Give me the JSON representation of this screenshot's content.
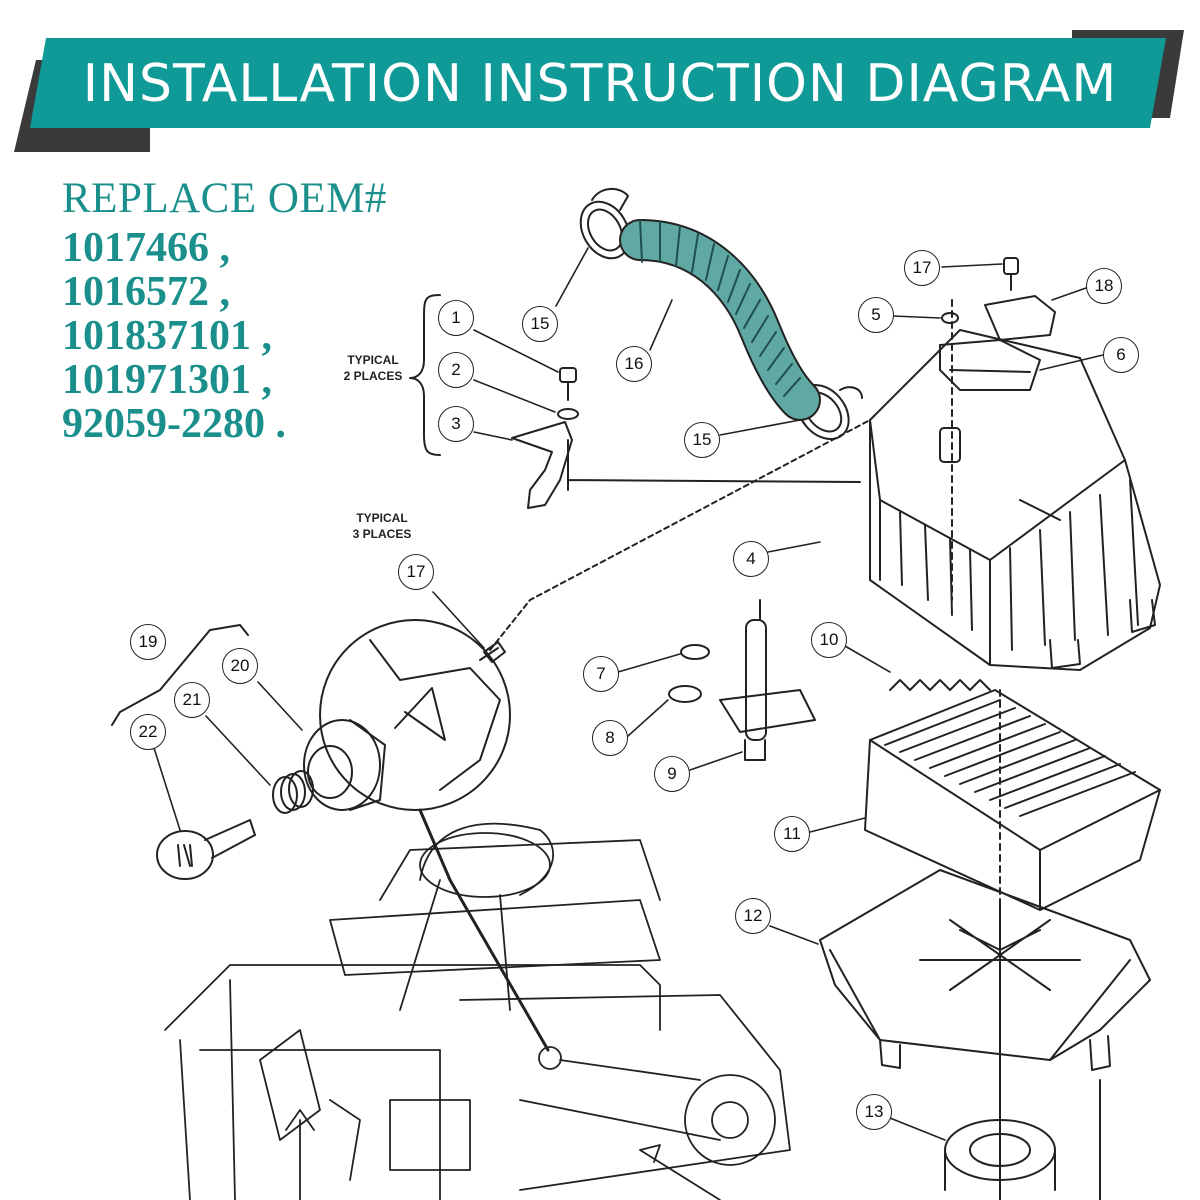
{
  "banner": {
    "title": "INSTALLATION INSTRUCTION DIAGRAM",
    "color": "#0f9a98",
    "shadow_color": "#3a3a3a"
  },
  "oem": {
    "heading": "REPLACE OEM#",
    "numbers": [
      "1017466 ,",
      "1016572 ,",
      "101837101 ,",
      "101971301 ,",
      "92059-2280 ."
    ],
    "color": "#1a8f8c"
  },
  "notes": {
    "typical_2_line1": "TYPICAL",
    "typical_2_line2": "2 PLACES",
    "typical_3_line1": "TYPICAL",
    "typical_3_line2": "3 PLACES"
  },
  "callouts": [
    "1",
    "2",
    "3",
    "4",
    "5",
    "6",
    "7",
    "8",
    "9",
    "10",
    "11",
    "12",
    "13",
    "15",
    "15",
    "16",
    "17",
    "17",
    "18",
    "19",
    "20",
    "21",
    "22"
  ],
  "hose_color": "#5fa8a3"
}
